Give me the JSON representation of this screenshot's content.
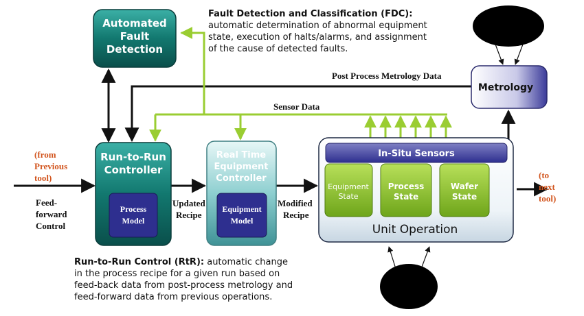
{
  "fdc": {
    "title": "Fault Detection and Classification (FDC):",
    "lines": [
      "automatic determination of abnormal equipment",
      "state, execution of halts/alarms,  and assignment",
      "of the cause of detected faults."
    ]
  },
  "rtr": {
    "title": "Run-to-Run Control (RtR):",
    "first": " automatic change",
    "lines": [
      "in the process recipe for a given run based on",
      "feed-back data from post-process metrology and",
      "feed-forward data from previous operations."
    ]
  },
  "boxes": {
    "afd": [
      "Automated",
      "Fault",
      "Detection"
    ],
    "rtr_controller": [
      "Run-to-Run",
      "Controller"
    ],
    "process_model": [
      "Process",
      "Model"
    ],
    "rte_controller": [
      "Real Time",
      "Equipment",
      "Controller"
    ],
    "equipment_model": [
      "Equipment",
      "Model"
    ],
    "metrology": "Metrology",
    "in_situ": "In-Situ Sensors",
    "equipment_state": [
      "Equipment",
      "State"
    ],
    "process_state": [
      "Process",
      "State"
    ],
    "wafer_state": [
      "Wafer",
      "State"
    ],
    "unit_operation": "Unit Operation"
  },
  "labels": {
    "post_process": "Post Process Metrology Data",
    "sensor_data": "Sensor Data",
    "from_previous": [
      "(from",
      "Previous",
      "tool)"
    ],
    "feed_forward": [
      "Feed-",
      "forward",
      "Control"
    ],
    "updated_recipe": [
      "Updated",
      "Recipe"
    ],
    "modified_recipe": [
      "Modified",
      "Recipe"
    ],
    "to_next": [
      "(to",
      "next",
      "tool)"
    ]
  },
  "colors": {
    "teal": "#0e6b66",
    "green": "#9acd32",
    "model_blue": "#2e2f8f",
    "orange": "#d2551e"
  }
}
